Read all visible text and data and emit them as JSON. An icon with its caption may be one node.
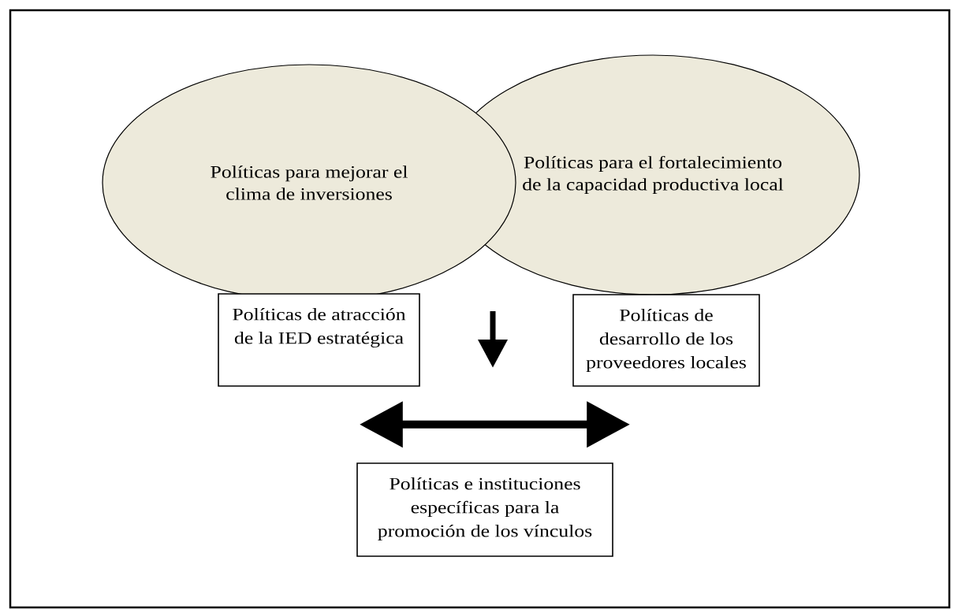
{
  "diagram": {
    "nodes": [
      {
        "text": [
          "Políticas para mejorar el clima de inversiones"
        ]
      },
      {
        "text": [
          "Políticas para el fortalecimiento de la capacidad productiva local"
        ]
      },
      {
        "text": [
          "Políticas de atracción de la IED estratégica"
        ]
      },
      {
        "text": [
          "Políticas de desarrollo de los proveedores locales"
        ]
      },
      {
        "text": [
          "Políticas e instituciones específicas para la promoción de los vínculos"
        ]
      }
    ],
    "edges": [
      {
        "from": 2,
        "to": 3,
        "arrow": "both"
      }
    ]
  }
}
